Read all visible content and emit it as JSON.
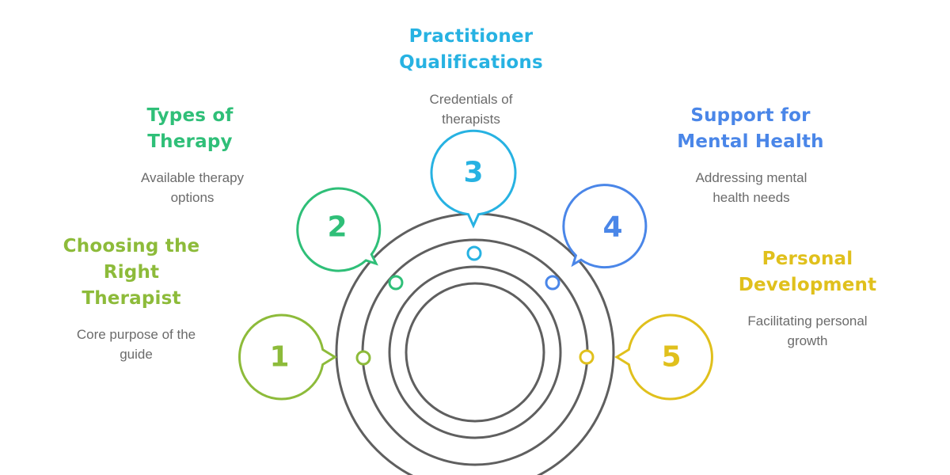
{
  "colors": {
    "ring": "#5f5f5f",
    "step1": "#8dbb3a",
    "step2": "#2fbf78",
    "step3": "#27b2e2",
    "step4": "#4a86e8",
    "step5": "#e0c01c",
    "description": "#6b6b6b"
  },
  "steps": [
    {
      "number": "1",
      "title": "Choosing the\nRight\nTherapist",
      "description": "Core purpose of the\nguide"
    },
    {
      "number": "2",
      "title": "Types of\nTherapy",
      "description": "Available therapy\noptions"
    },
    {
      "number": "3",
      "title": "Practitioner\nQualifications",
      "description": "Credentials of\ntherapists"
    },
    {
      "number": "4",
      "title": "Support for\nMental Health",
      "description": "Addressing mental\nhealth needs"
    },
    {
      "number": "5",
      "title": "Personal\nDevelopment",
      "description": "Facilitating personal\ngrowth"
    }
  ]
}
